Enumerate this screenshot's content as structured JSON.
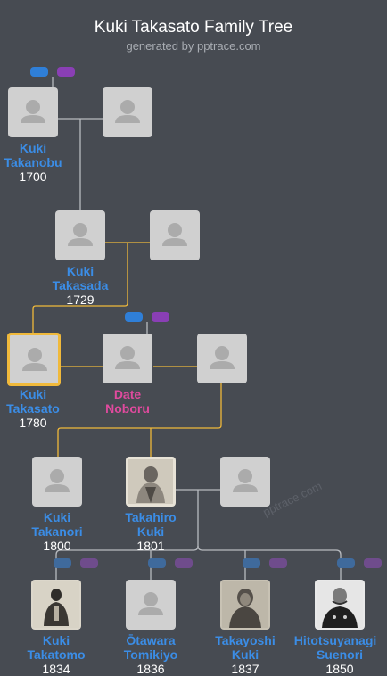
{
  "header": {
    "title": "Kuki Takasato Family Tree",
    "subtitle": "generated by pptrace.com"
  },
  "watermark": "pptrace.com",
  "colors": {
    "background": "#474b52",
    "male_name": "#3b8de6",
    "female_name": "#e04a9e",
    "highlight_link": "#f0b93b",
    "link": "#b8bbc0"
  },
  "people": {
    "takanobu": {
      "first": "Kuki",
      "last": "Takanobu",
      "year": "1700"
    },
    "takasada": {
      "first": "Kuki",
      "last": "Takasada",
      "year": "1729"
    },
    "takasato": {
      "first": "Kuki",
      "last": "Takasato",
      "year": "1780"
    },
    "noboru": {
      "first": "Date",
      "last": "Noboru",
      "year": ""
    },
    "takanori": {
      "first": "Kuki",
      "last": "Takanori",
      "year": "1800"
    },
    "takahiro": {
      "first": "Takahiro",
      "last": "Kuki",
      "year": "1801"
    },
    "takatomo": {
      "first": "Kuki",
      "last": "Takatomo",
      "year": "1834"
    },
    "tomikiyo": {
      "first": "Ōtawara",
      "last": "Tomikiyo",
      "year": "1836"
    },
    "takayoshi": {
      "first": "Takayoshi",
      "last": "Kuki",
      "year": "1837"
    },
    "suenori": {
      "first": "Hitotsuyanagi",
      "last": "Suenori",
      "year": "1850"
    }
  },
  "icons": {
    "placeholder": "person-silhouette-icon",
    "expand_ancestors": "blue-expand-button",
    "expand_spouses": "purple-expand-button"
  }
}
